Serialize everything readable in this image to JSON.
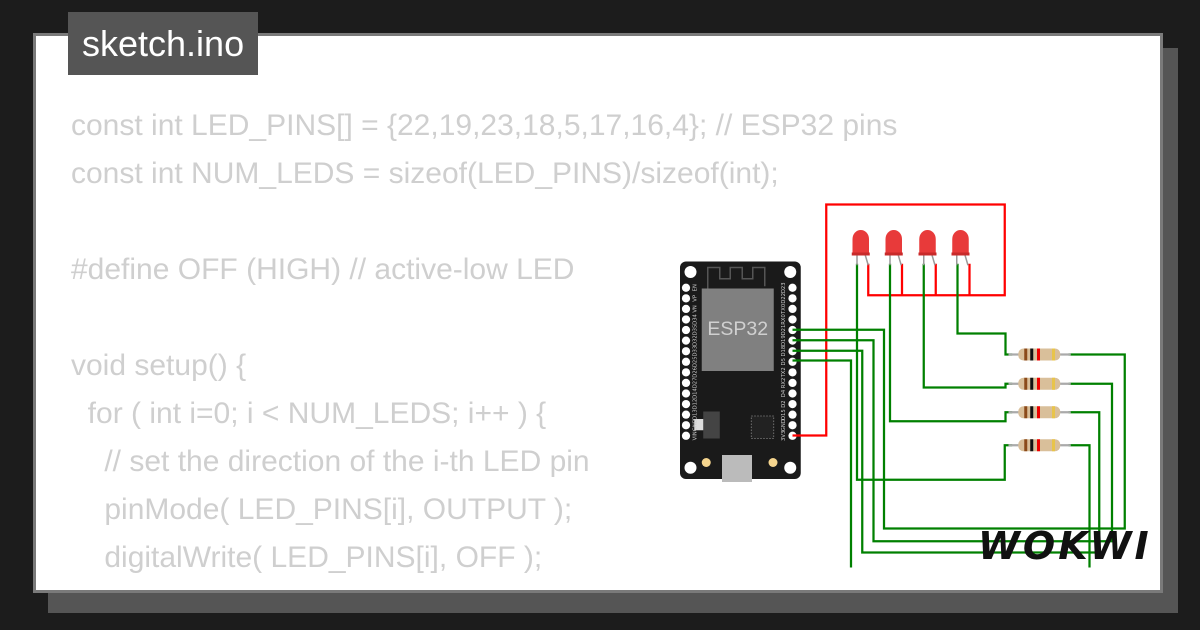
{
  "tab": {
    "title": "sketch.ino"
  },
  "code": {
    "lines": [
      "const int LED_PINS[] = {22,19,23,18,5,17,16,4}; // ESP32 pins",
      "const int NUM_LEDS = sizeof(LED_PINS)/sizeof(int);",
      "",
      "#define OFF (HIGH) // active-low LED",
      "",
      "void setup() {",
      "  for ( int i=0; i < NUM_LEDS; i++ ) {",
      "    // set the direction of the i-th LED pin",
      "    pinMode( LED_PINS[i], OUTPUT );",
      "    digitalWrite( LED_PINS[i], OFF );",
      "  }"
    ]
  },
  "board": {
    "chip_label": "ESP32",
    "left_pins": [
      "EN",
      "VP",
      "VN",
      "D34",
      "D35",
      "D32",
      "D33",
      "D25",
      "D26",
      "D27",
      "D14",
      "D12",
      "D13",
      "GND",
      "VIN"
    ],
    "right_pins": [
      "D23",
      "D22",
      "TX0",
      "RX0",
      "D21",
      "D19",
      "D18",
      "D5",
      "TX2",
      "RX2",
      "D4",
      "D2",
      "D15",
      "GND",
      "3V3"
    ]
  },
  "colors": {
    "wire_power": "#ff0000",
    "wire_signal": "#008000",
    "led": "#e83a3a",
    "board": "#1a1a1a"
  },
  "logo": {
    "text": "WOKWI"
  }
}
